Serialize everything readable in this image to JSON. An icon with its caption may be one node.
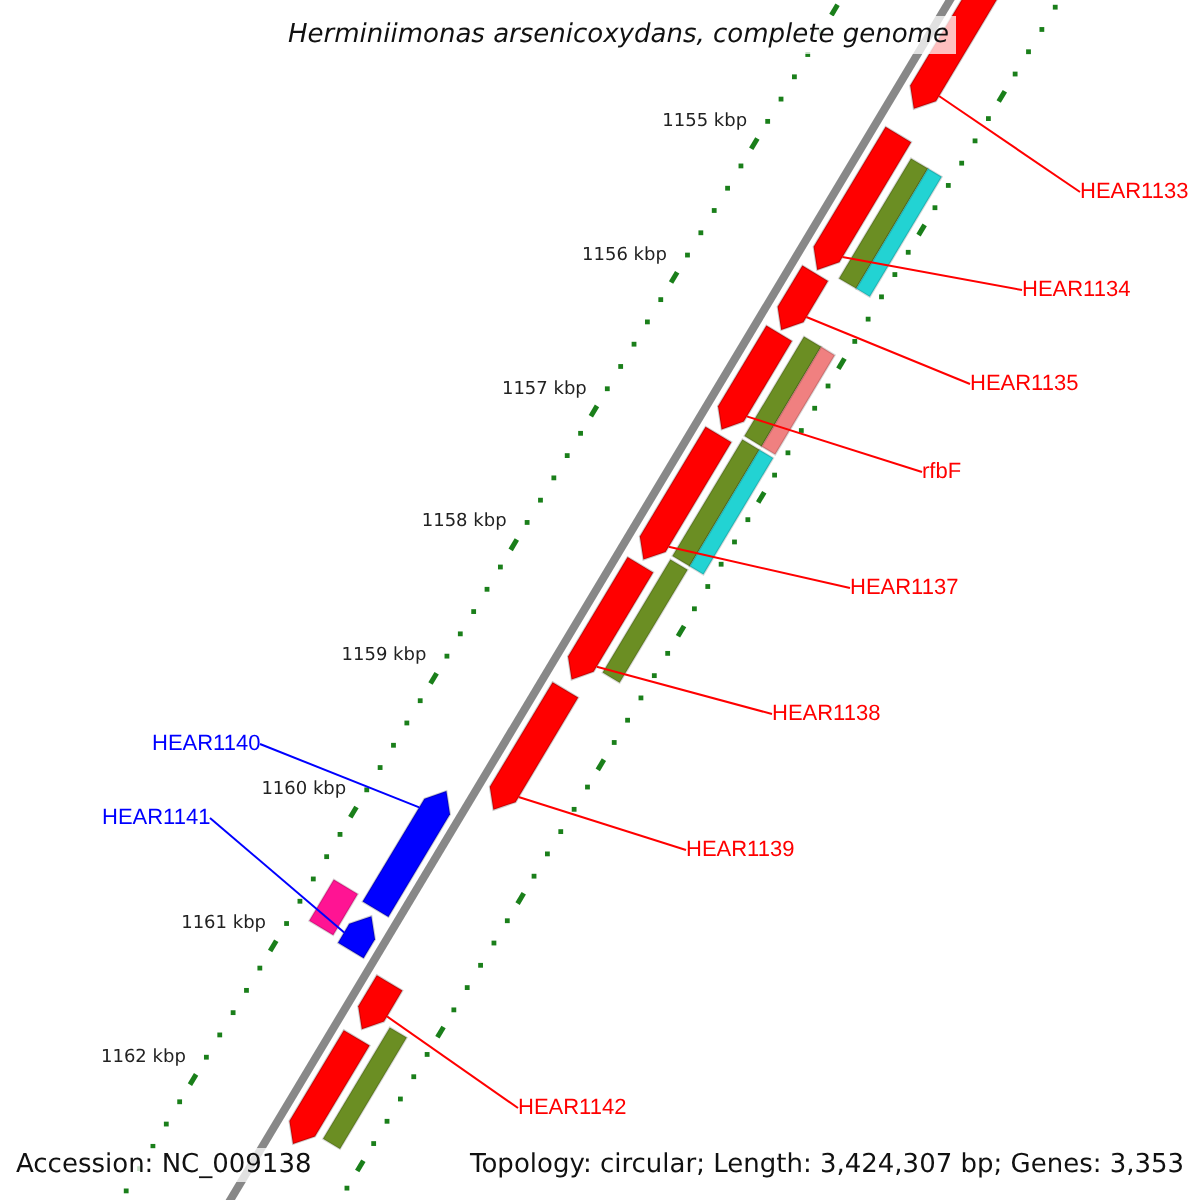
{
  "diagram": {
    "title": "Herminiimonas arsenicoxydans, complete genome",
    "nodes": [
      {
        "text": [
          "HEAR1133"
        ]
      },
      {
        "text": [
          "HEAR1134"
        ]
      },
      {
        "text": [
          "HEAR1135"
        ]
      },
      {
        "text": [
          "rfbF"
        ]
      },
      {
        "text": [
          "HEAR1137"
        ]
      },
      {
        "text": [
          "HEAR1138"
        ]
      },
      {
        "text": [
          "HEAR1139"
        ]
      },
      {
        "text": [
          "HEAR1140"
        ]
      },
      {
        "text": [
          "HEAR1141"
        ]
      },
      {
        "text": [
          "HEAR1142"
        ]
      },
      {
        "text": [],
        "shape": "bar"
      },
      {
        "text": [],
        "shape": "bar"
      },
      {
        "text": [],
        "shape": "bar"
      },
      {
        "text": [],
        "shape": "bar"
      },
      {
        "text": [],
        "shape": "bar"
      },
      {
        "text": [],
        "shape": "bar"
      },
      {
        "text": [],
        "shape": "bar"
      },
      {
        "text": [],
        "shape": "bar"
      },
      {
        "text": [],
        "shape": "bar"
      },
      {
        "text": [],
        "shape": "bar"
      },
      {
        "text": [],
        "shape": "bar"
      }
    ],
    "edges": [
      {
        "from": 0,
        "to": 10,
        "arrow": "none"
      },
      {
        "from": 1,
        "to": 11,
        "arrow": "none"
      },
      {
        "from": 2,
        "to": 12,
        "arrow": "none"
      },
      {
        "from": 3,
        "to": 13,
        "arrow": "none"
      },
      {
        "from": 4,
        "to": 14,
        "arrow": "none"
      },
      {
        "from": 5,
        "to": 15,
        "arrow": "none"
      },
      {
        "from": 6,
        "to": 16,
        "arrow": "none"
      },
      {
        "from": 7,
        "to": 17,
        "arrow": "none",
        "color": "#0000ff"
      },
      {
        "from": 8,
        "to": 18,
        "arrow": "none",
        "color": "#0000ff"
      },
      {
        "from": 9,
        "to": 19,
        "arrow": "none"
      }
    ],
    "labels": [
      "1155 kbp",
      "1156 kbp",
      "1157 kbp",
      "1158 kbp",
      "1159 kbp",
      "1160 kbp",
      "1161 kbp",
      "1162 kbp",
      "Accession: NC_009138",
      "Topology: circular; Length: 3,424,307 bp; Genes: 3,353"
    ]
  }
}
